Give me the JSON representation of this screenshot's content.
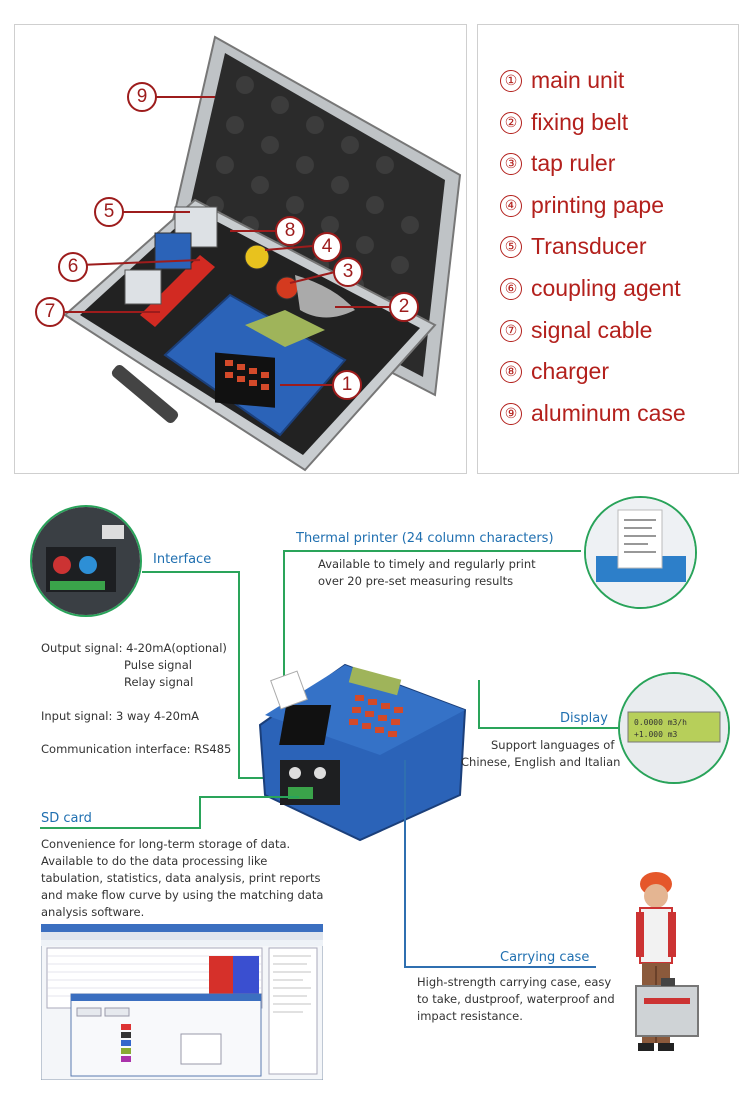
{
  "legend": [
    {
      "num": "①",
      "label": "main unit"
    },
    {
      "num": "②",
      "label": "fixing belt"
    },
    {
      "num": "③",
      "label": "tap ruler"
    },
    {
      "num": "④",
      "label": "printing pape"
    },
    {
      "num": "⑤",
      "label": "Transducer"
    },
    {
      "num": "⑥",
      "label": "coupling agent"
    },
    {
      "num": "⑦",
      "label": "signal cable"
    },
    {
      "num": "⑧",
      "label": "charger"
    },
    {
      "num": "⑨",
      "label": "aluminum case"
    }
  ],
  "callouts": {
    "c1": "1",
    "c2": "2",
    "c3": "3",
    "c4": "4",
    "c5": "5",
    "c6": "6",
    "c7": "7",
    "c8": "8",
    "c9": "9"
  },
  "interface": {
    "title": "Interface",
    "output_signal": "Output signal: 4-20mA(optional)",
    "pulse": "Pulse signal",
    "relay": "Relay signal",
    "input_signal": "Input signal: 3 way 4-20mA",
    "comm": "Communication interface: RS485"
  },
  "printer": {
    "title": "Thermal printer (24 column characters)",
    "line1": "Available to timely and regularly print",
    "line2": "over 20 pre-set measuring results"
  },
  "display": {
    "title": "Display",
    "line1": "Support languages of",
    "line2": "Chinese, English and Italian",
    "lcd1": "0.0000 m3/h",
    "lcd2": "+1.000 m3"
  },
  "sdcard": {
    "title": "SD card",
    "lines": [
      "Convenience for long-term storage of data.",
      "Available to do the data processing like",
      "tabulation, statistics, data analysis, print reports",
      "and make flow curve by using the matching data",
      "analysis software."
    ]
  },
  "carrying": {
    "title": "Carrying case",
    "lines": [
      "High-strength carrying case, easy",
      "to take, dustproof, waterproof and",
      "impact resistance."
    ]
  },
  "colors": {
    "red": "#b3201c",
    "blue_label": "#1f6fb0",
    "green_line": "#2aa45a",
    "device_blue": "#2b63b8"
  }
}
